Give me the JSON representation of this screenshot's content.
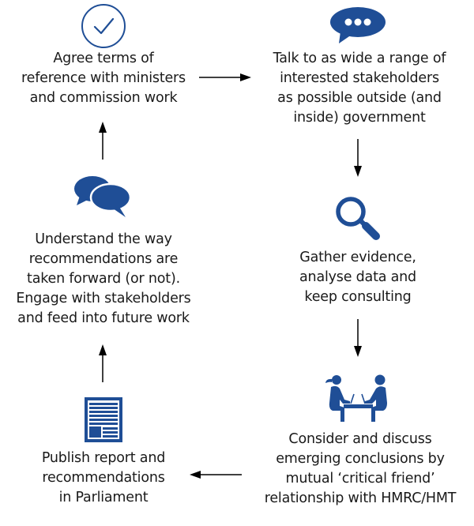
{
  "diagram": {
    "type": "cycle-flow",
    "accent_color": "#1f4e96",
    "arrow_color": "#000000",
    "steps": [
      {
        "id": "agree",
        "icon": "check-circle-icon",
        "label": "Agree terms of\nreference with ministers\nand commission work"
      },
      {
        "id": "talk",
        "icon": "speech-bubble-dots-icon",
        "label": "Talk to as wide a range of\ninterested stakeholders\nas possible outside (and\ninside) government"
      },
      {
        "id": "gather",
        "icon": "magnifying-glass-icon",
        "label": "Gather evidence,\nanalyse data and\nkeep consulting"
      },
      {
        "id": "consider",
        "icon": "people-meeting-icon",
        "label": "Consider and discuss\nemerging conclusions by\nmutual ‘critical friend’\nrelationship with HMRC/HMT"
      },
      {
        "id": "publish",
        "icon": "document-report-icon",
        "label": "Publish report and\nrecommendations\nin Parliament"
      },
      {
        "id": "understand",
        "icon": "conversation-bubbles-icon",
        "label": "Understand the way\nrecommendations are\ntaken forward (or not).\nEngage with stakeholders\nand feed into future work"
      }
    ],
    "flow": [
      {
        "from": "agree",
        "to": "talk",
        "direction": "right"
      },
      {
        "from": "talk",
        "to": "gather",
        "direction": "down"
      },
      {
        "from": "gather",
        "to": "consider",
        "direction": "down"
      },
      {
        "from": "consider",
        "to": "publish",
        "direction": "left"
      },
      {
        "from": "publish",
        "to": "understand",
        "direction": "up"
      },
      {
        "from": "understand",
        "to": "agree",
        "direction": "up"
      }
    ]
  }
}
